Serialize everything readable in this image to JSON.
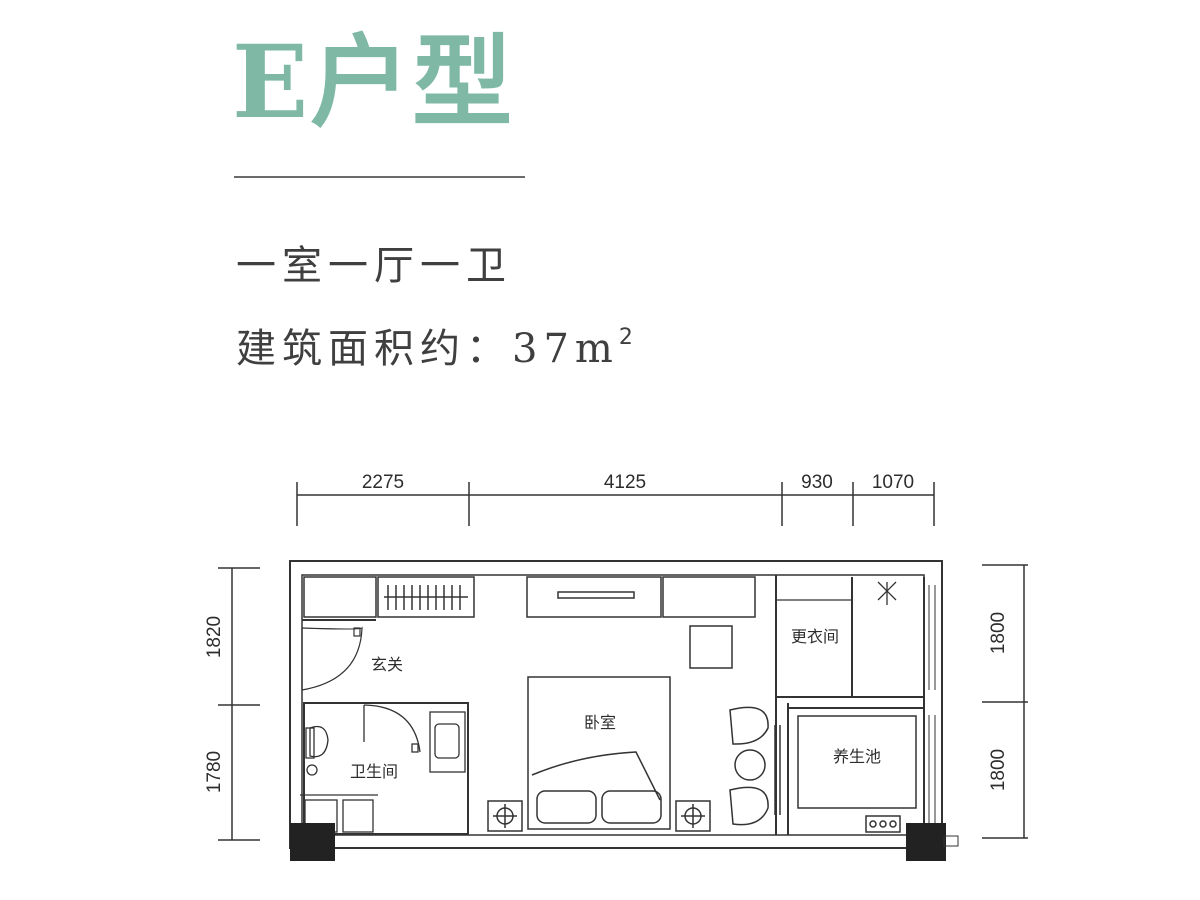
{
  "header": {
    "title": "E户型",
    "subtitle": "一室一厅一卫",
    "area_label": "建筑面积约：",
    "area_value": "37m",
    "area_sup": "2"
  },
  "dimensions": {
    "top": [
      "2275",
      "4125",
      "930",
      "1070"
    ],
    "left": [
      "1820",
      "1780"
    ],
    "right": [
      "1800",
      "1800"
    ]
  },
  "rooms": {
    "entrance": "玄关",
    "bathroom": "卫生间",
    "bedroom": "卧室",
    "dressing": "更衣间",
    "spa": "养生池"
  },
  "colors": {
    "title": "#7fb9a6",
    "text": "#3f3f3f",
    "line": "#333333",
    "column": "#222222"
  }
}
